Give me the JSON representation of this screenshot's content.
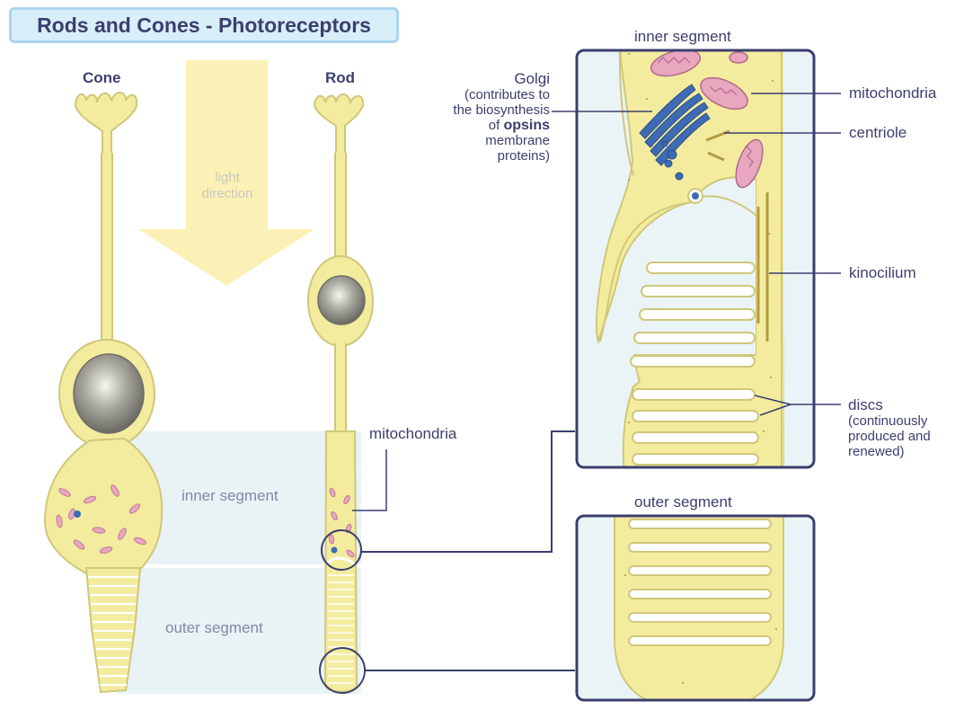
{
  "title": "Rods and Cones - Photoreceptors",
  "labels": {
    "cone": "Cone",
    "rod": "Rod",
    "light_direction": [
      "light",
      "direction"
    ],
    "inner_segment_region": "inner segment",
    "outer_segment_region": "outer segment",
    "rod_mitochondria": "mitochondria",
    "inner_segment_panel": "inner segment",
    "outer_segment_panel": "outer segment",
    "golgi_title": "Golgi",
    "golgi_line1": "(contributes to",
    "golgi_line2": "the biosynthesis",
    "golgi_line3_prefix": "of",
    "golgi_line3_bold": "opsins",
    "golgi_line4": "membrane",
    "golgi_line5": "proteins)",
    "mitochondria": "mitochondria",
    "centriole": "centriole",
    "kinocilium": "kinocilium",
    "discs_title": "discs",
    "discs_line1": "(continuously",
    "discs_line2": "produced and",
    "discs_line3": "renewed)"
  },
  "colors": {
    "cell_fill": "#f3ec9e",
    "cell_stroke": "#cfc77a",
    "nucleus": "#8a8a80",
    "mitochondria": "#e8a7bf",
    "golgi": "#3e6bb3",
    "arrow": "#fbf1b6",
    "region_band": "#e9f3f5",
    "panel_border": "#3b3f6e",
    "panel_bg": "#eaf4f7",
    "title_bg": "#d8eef8",
    "text": "#3b3f6e"
  }
}
